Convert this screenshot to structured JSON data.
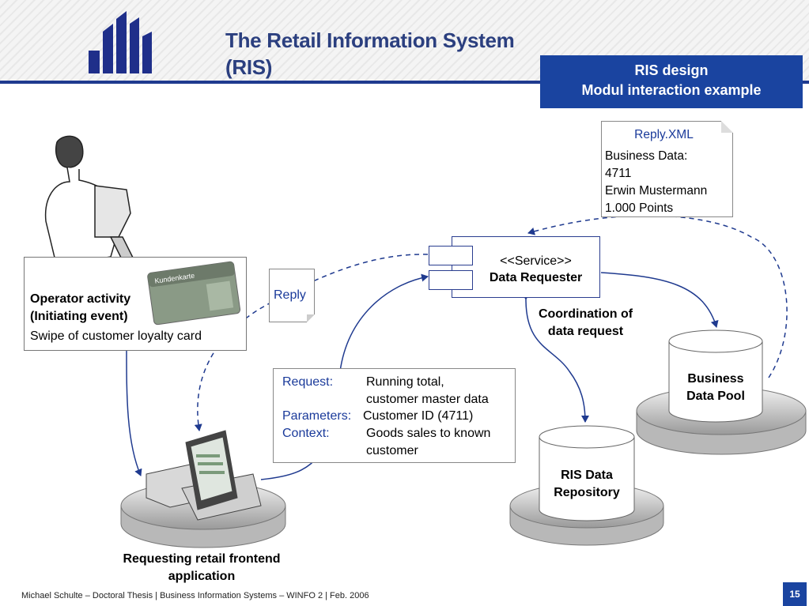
{
  "header": {
    "title_line1": "The Retail Information System",
    "title_line2": "(RIS)",
    "ris_box_line1": "RIS design",
    "ris_box_line2": "Modul interaction example"
  },
  "reply_xml": {
    "title": "Reply.XML",
    "lines": [
      "Business Data:",
      "4711",
      "Erwin Mustermann",
      "1.000 Points"
    ]
  },
  "reply_note": "Reply",
  "operator": {
    "title_line1": "Operator activity",
    "title_line2": "(Initiating event)",
    "subtitle": "Swipe of customer loyalty card",
    "card_text": "Kundenkarte"
  },
  "service": {
    "stereotype": "<<Service>>",
    "name": "Data Requester"
  },
  "coordination": {
    "line1": "Coordination of",
    "line2": "data request"
  },
  "request": {
    "rows": [
      {
        "key": "Request:",
        "value": "Running total,"
      },
      {
        "key": "",
        "value": "customer master data"
      },
      {
        "key": "Parameters:",
        "value": "Customer ID (4711)"
      },
      {
        "key": "Context:",
        "value": "Goods sales to known"
      },
      {
        "key": "",
        "value": "customer"
      }
    ]
  },
  "databases": {
    "business_pool_line1": "Business",
    "business_pool_line2": "Data Pool",
    "ris_repo_line1": "RIS Data",
    "ris_repo_line2": "Repository"
  },
  "frontend": {
    "line1": "Requesting retail frontend",
    "line2": "application"
  },
  "footer": {
    "text": "Michael Schulte – Doctoral Thesis | Business Information Systems – WINFO 2 | Feb. 2006",
    "page": "15"
  },
  "colors": {
    "accent": "#1a44a0",
    "arrow": "#1f3a8f"
  }
}
